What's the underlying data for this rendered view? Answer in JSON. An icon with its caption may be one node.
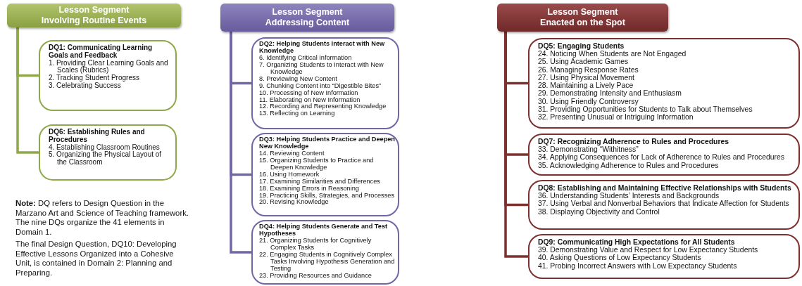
{
  "diagram": {
    "nodes": [
      {
        "text": [
          "Lesson Segment Involving Routine Events"
        ]
      },
      {
        "text": [
          "DQ1: Communicating Learning Goals and Feedback",
          "1. Providing Clear Learning Goals and Scales (Rubrics)",
          "2. Tracking Student Progress",
          "3. Celebrating Success"
        ]
      },
      {
        "text": [
          "DQ6: Establishing Rules and Procedures",
          "4. Establishing Classroom Routines",
          "5. Organizing the Physical Layout of the Classroom"
        ]
      },
      {
        "text": [
          "Lesson Segment Addressing Content"
        ]
      },
      {
        "text": [
          "DQ2: Helping Students Interact with New Knowledge",
          "6. Identifying Critical Information",
          "7. Organizing Students to Interact with New Knowledge",
          "8. Previewing New Content",
          "9. Chunking Content into “Digestible Bites”",
          "10. Processing of New Information",
          "11. Elaborating on New Information",
          "12. Recording and Representing Knowledge",
          "13. Reflecting on Learning"
        ]
      },
      {
        "text": [
          "DQ3: Helping Students Practice and Deepen New Knowledge",
          "14. Reviewing Content",
          "15. Organizing Students to Practice and Deepen Knowledge",
          "16. Using Homework",
          "17. Examining Similarities and Differences",
          "18. Examining Errors in Reasoning",
          "19. Practicing Skills, Strategies, and Processes",
          "20. Revising Knowledge"
        ]
      },
      {
        "text": [
          "DQ4: Helping Students Generate and Test Hypotheses",
          "21. Organizing Students for Cognitively Complex Tasks",
          "22. Engaging Students in Cognitively Complex Tasks Involving Hypothesis Generation and Testing",
          "23. Providing Resources and Guidance"
        ]
      },
      {
        "text": [
          "Lesson Segment Enacted on the Spot"
        ]
      },
      {
        "text": [
          "DQ5: Engaging Students",
          "24. Noticing When Students are Not Engaged",
          "25. Using Academic Games",
          "26. Managing Response Rates",
          "27. Using Physical Movement",
          "28. Maintaining a Lively Pace",
          "29. Demonstrating Intensity and Enthusiasm",
          "30. Using Friendly Controversy",
          "31. Providing Opportunities for Students to Talk about Themselves",
          "32. Presenting Unusual or Intriguing Information"
        ]
      },
      {
        "text": [
          "DQ7: Recognizing Adherence to Rules and Procedures",
          "33. Demonstrating “Withitness”",
          "34. Applying Consequences for Lack of Adherence to Rules and Procedures",
          "35. Acknowledging Adherence to Rules and Procedures"
        ]
      },
      {
        "text": [
          "DQ8: Establishing and Maintaining Effective Relationships with Students",
          "36. Understanding Students’ Interests and Backgrounds",
          "37. Using Verbal and Nonverbal Behaviors that Indicate Affection for Students",
          "38. Displaying Objectivity and Control"
        ]
      },
      {
        "text": [
          "DQ9: Communicating High Expectations for All Students",
          "39. Demonstrating Value and Respect for Low Expectancy Students",
          "40. Asking Questions of Low Expectancy Students",
          "41. Probing Incorrect Answers with Low Expectancy Students"
        ]
      }
    ],
    "edges": [
      {
        "from": 0,
        "to": 1,
        "arrow": "none",
        "color": "#8ea84a"
      },
      {
        "from": 0,
        "to": 2,
        "arrow": "none",
        "color": "#8ea84a"
      },
      {
        "from": 3,
        "to": 4,
        "arrow": "none",
        "color": "#7166a6"
      },
      {
        "from": 3,
        "to": 5,
        "arrow": "none",
        "color": "#7166a6"
      },
      {
        "from": 3,
        "to": 6,
        "arrow": "none",
        "color": "#7166a6"
      },
      {
        "from": 7,
        "to": 8,
        "arrow": "none"
      },
      {
        "from": 7,
        "to": 9,
        "arrow": "none"
      },
      {
        "from": 7,
        "to": 10,
        "arrow": "none"
      },
      {
        "from": 7,
        "to": 11,
        "arrow": "none"
      }
    ],
    "labels": [
      "**Note:** DQ refers to Design Question in the Marzano Art and Science of Teaching framework.  The nine DQs organize the 41 elements in Domain 1.",
      "The final Design Question, DQ10: Developing Effective Lessons Organized into a Cohesive Unit, is contained in Domain 2: Planning and Preparing."
    ]
  }
}
